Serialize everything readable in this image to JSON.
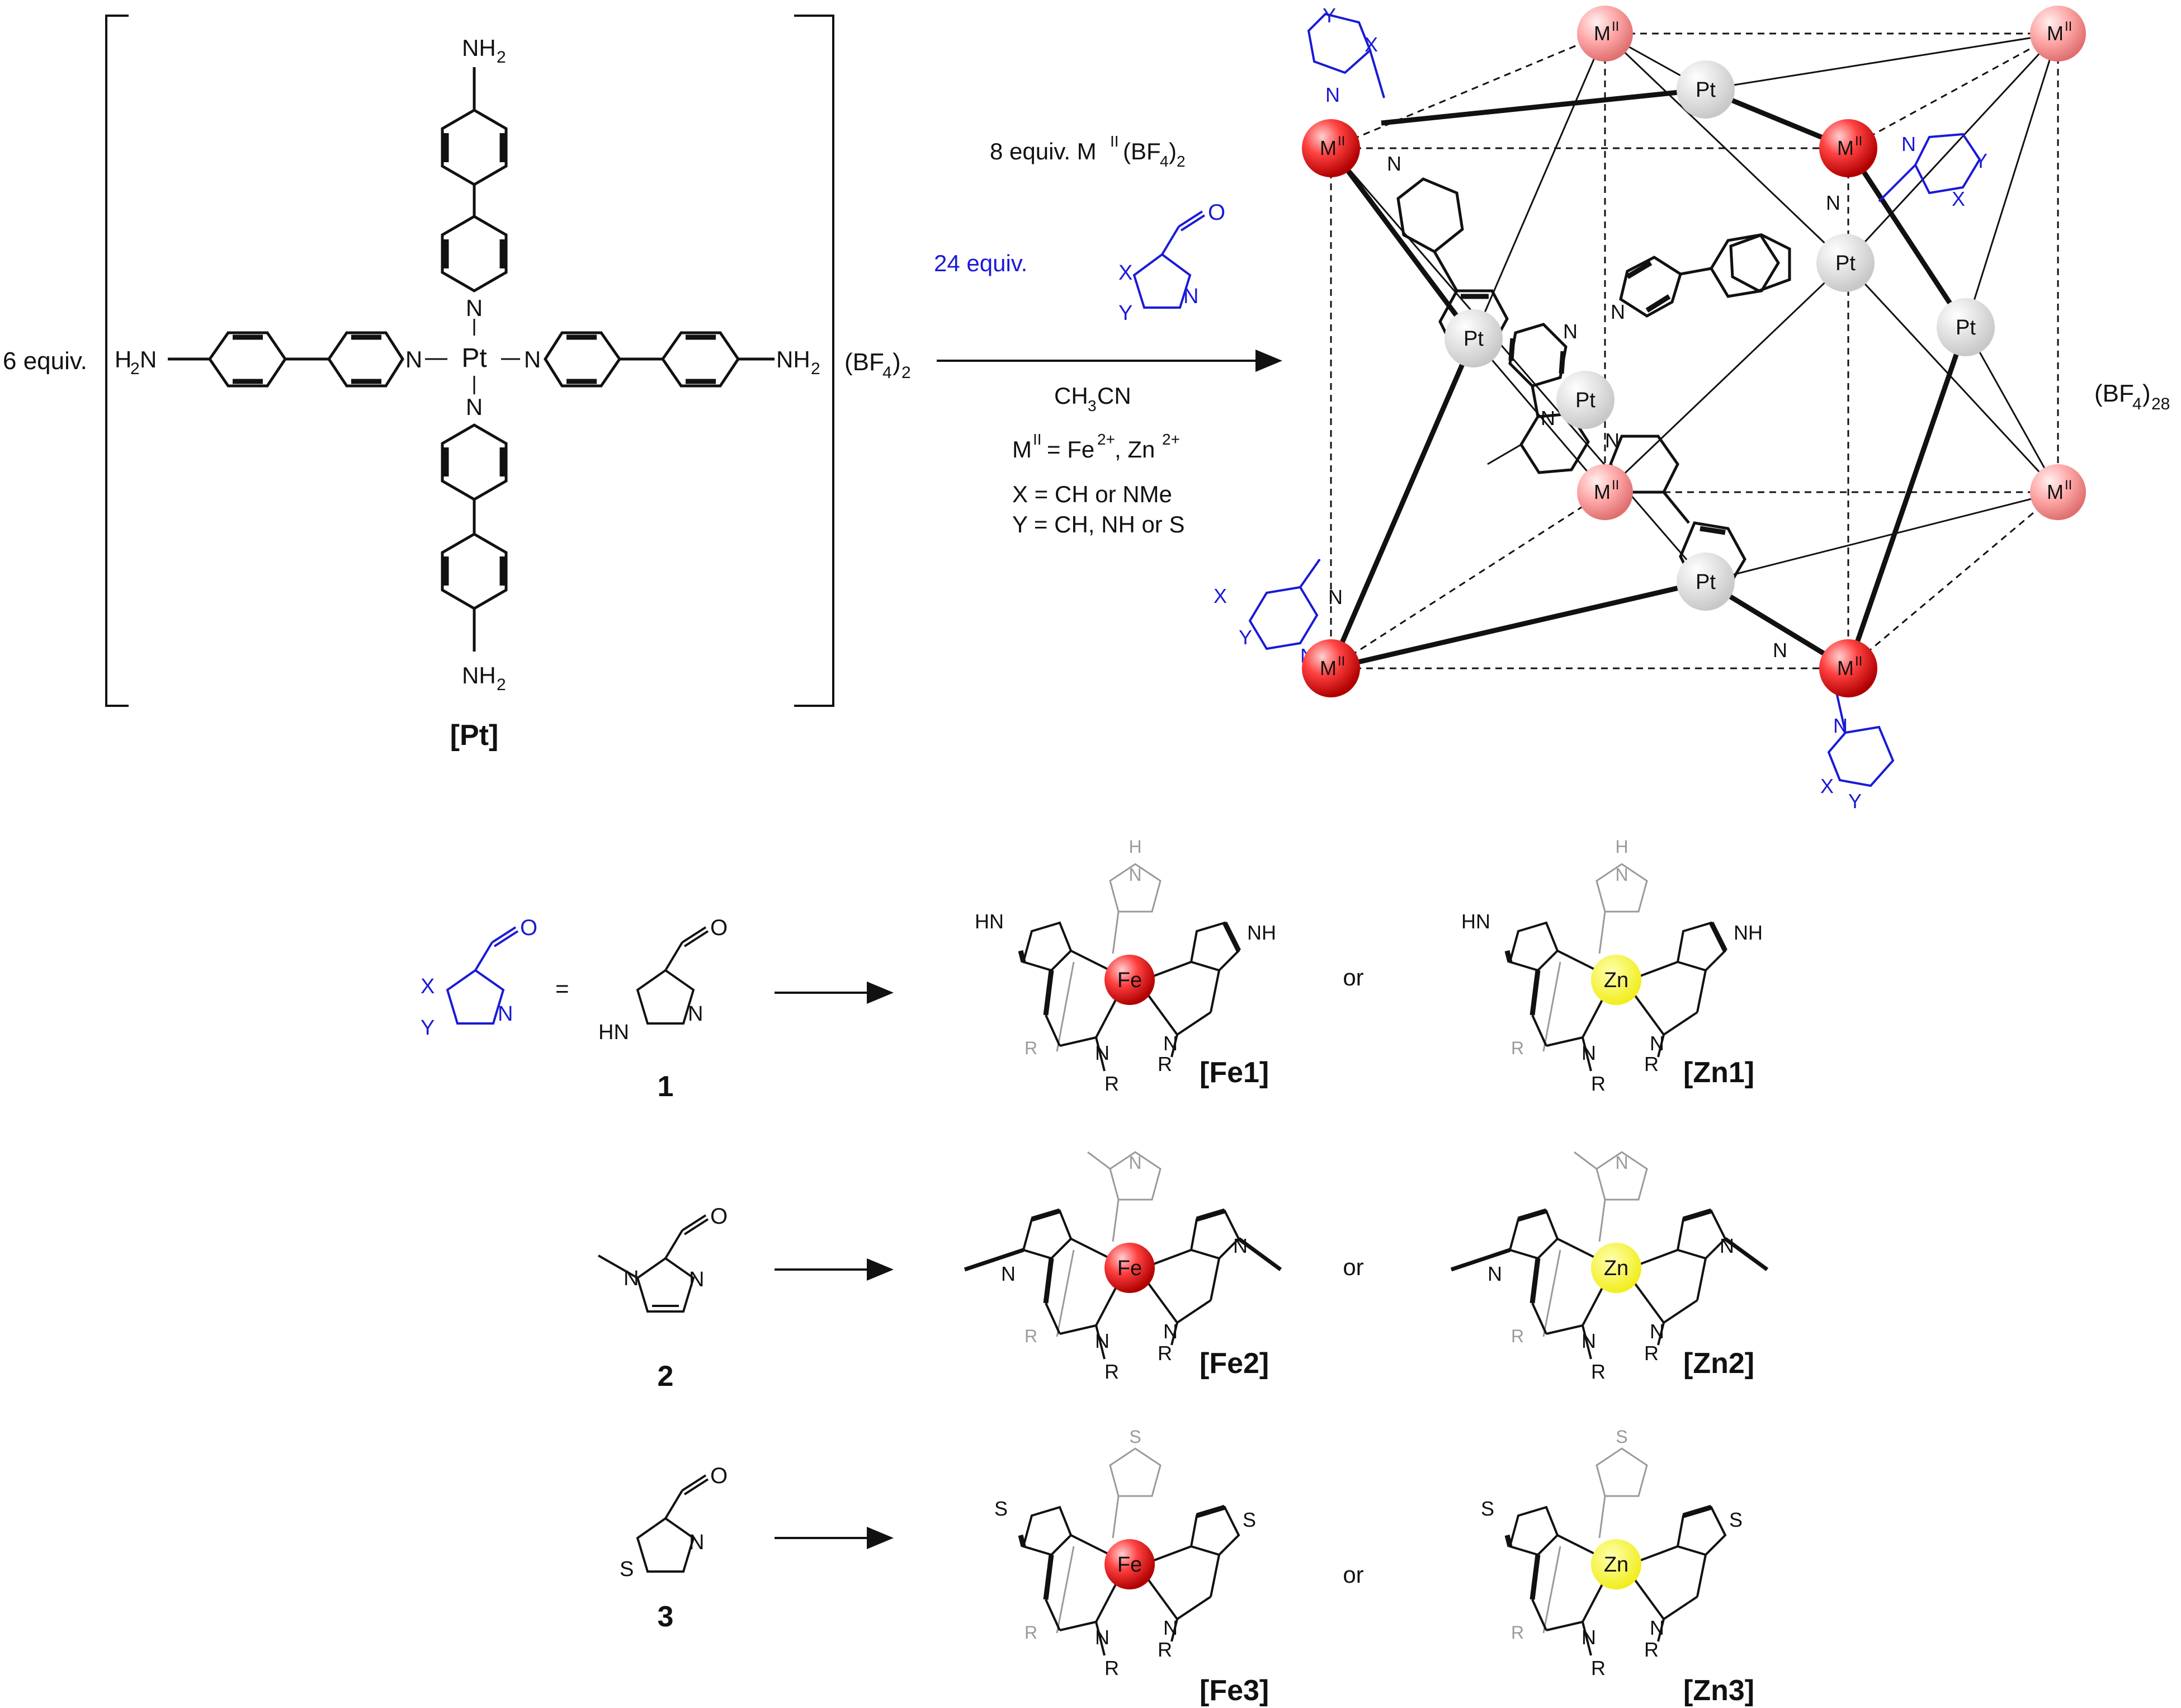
{
  "scheme": {
    "equiv_left": "6 equiv.",
    "pt_label": "[Pt]",
    "bf4_2": "(BF",
    "bf4_28": "(BF",
    "nh2": "NH",
    "h2n": "H",
    "pt": "Pt",
    "n": "N",
    "reagent_metal": "8 equiv. M",
    "reagent_aldehyde": "24 equiv.",
    "solvent": "CH",
    "metal_def": "M",
    "x_def": "X = CH or NMe",
    "y_def": "Y = CH, NH or S",
    "cube_metal": "M",
    "cube_pt": "Pt"
  },
  "generic": {
    "x": "X",
    "y": "Y",
    "n": "N",
    "o": "O",
    "equals": "="
  },
  "rows": [
    {
      "number": "1",
      "fe_label": "[Fe1]",
      "zn_label": "[Zn1]",
      "or": "or",
      "fe": "Fe",
      "zn": "Zn"
    },
    {
      "number": "2",
      "fe_label": "[Fe2]",
      "zn_label": "[Zn2]",
      "or": "or",
      "fe": "Fe",
      "zn": "Zn"
    },
    {
      "number": "3",
      "fe_label": "[Fe3]",
      "zn_label": "[Zn3]",
      "or": "or",
      "fe": "Fe",
      "zn": "Zn"
    }
  ],
  "colors": {
    "metal_red": "#e02020",
    "zn_yellow": "#f2f020",
    "pt_grey": "#d8d8d8",
    "ligand_blue": "#1a1ad6"
  }
}
